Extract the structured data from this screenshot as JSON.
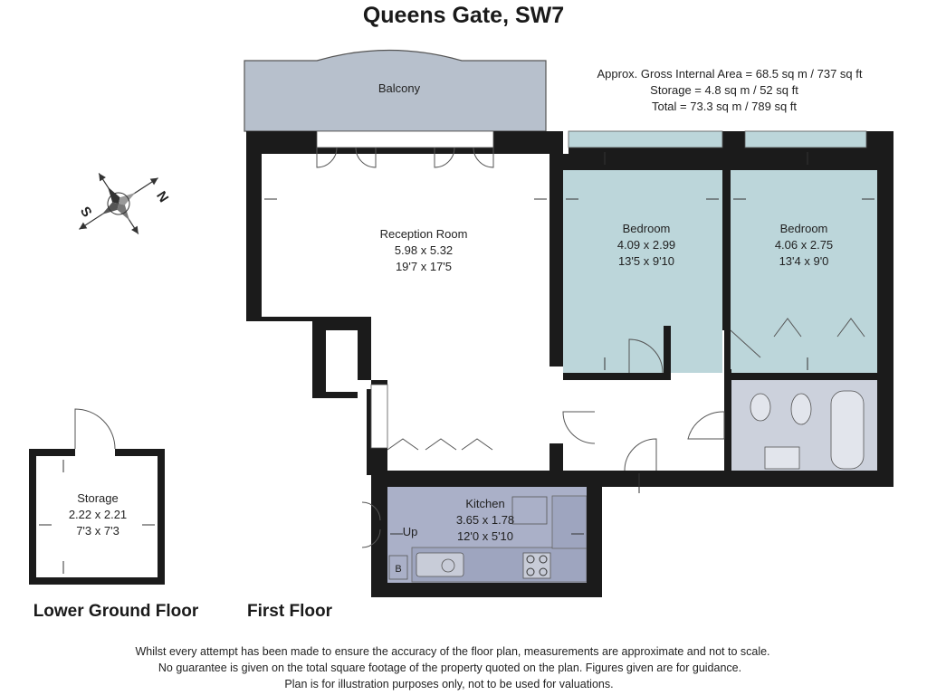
{
  "title": "Queens Gate, SW7",
  "areas": {
    "gross": "Approx. Gross Internal Area = 68.5 sq m / 737 sq ft",
    "storage": "Storage = 4.8 sq m / 52 sq ft",
    "total": "Total = 73.3 sq m / 789 sq ft"
  },
  "rooms": {
    "balcony": "Balcony",
    "reception": {
      "name": "Reception Room",
      "metric": "5.98 x 5.32",
      "imperial": "19'7 x 17'5"
    },
    "bedroom1": {
      "name": "Bedroom",
      "metric": "4.09 x 2.99",
      "imperial": "13'5 x 9'10"
    },
    "bedroom2": {
      "name": "Bedroom",
      "metric": "4.06 x 2.75",
      "imperial": "13'4 x 9'0"
    },
    "kitchen": {
      "name": "Kitchen",
      "metric": "3.65 x 1.78",
      "imperial": "12'0 x 5'10",
      "up": "Up",
      "boiler": "B"
    },
    "storage": {
      "name": "Storage",
      "metric": "2.22 x 2.21",
      "imperial": "7'3 x 7'3"
    }
  },
  "floors": {
    "lower": "Lower Ground Floor",
    "first": "First Floor"
  },
  "compass": {
    "n": "N",
    "s": "S"
  },
  "disclaimer": [
    "Whilst every attempt has been made to ensure the accuracy of the floor plan, measurements are approximate and not to scale.",
    "No guarantee is given on the total square footage of the property quoted on the plan. Figures given are for guidance.",
    "Plan is for illustration purposes only, not to be used for valuations."
  ],
  "colors": {
    "wall": "#1b1b1b",
    "balcony": "#b7c0cc",
    "bedroom": "#bcd6da",
    "bathroom": "#ccd1dc",
    "kitchen": "#aab0c8",
    "floor": "#ffffff"
  }
}
